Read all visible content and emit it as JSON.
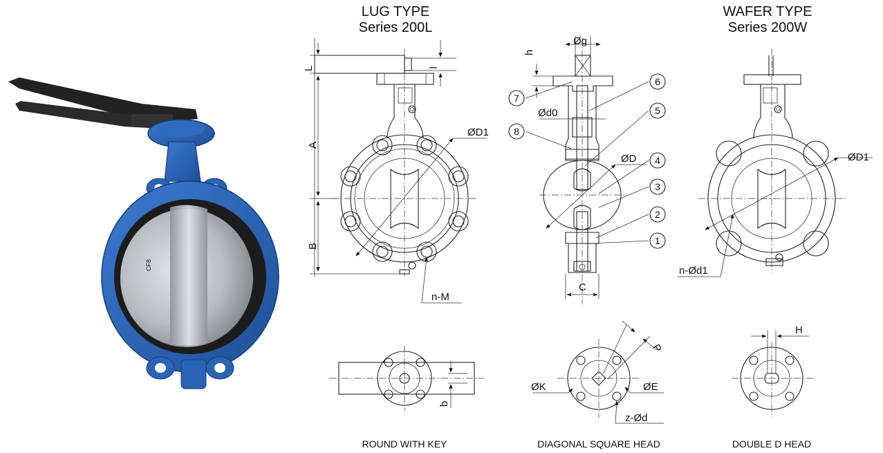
{
  "lug": {
    "title_line1": "LUG TYPE",
    "title_line2": "Series 200L",
    "dims": {
      "L": "L",
      "l": "l",
      "A": "A",
      "B": "B",
      "D1": "ØD1",
      "nM": "n-M"
    }
  },
  "wafer": {
    "title_line1": "WAFER TYPE",
    "title_line2": "Series 200W",
    "dims": {
      "D1": "ØD1",
      "nd1": "n-Ød1"
    }
  },
  "section": {
    "dims": {
      "g": "Øg",
      "h": "h",
      "d0": "Ød0",
      "D": "ØD",
      "C": "C"
    },
    "callouts": [
      "1",
      "2",
      "3",
      "4",
      "5",
      "6",
      "7",
      "8"
    ]
  },
  "heads": {
    "round_with_key": {
      "caption": "ROUND WITH KEY",
      "dim_b": "b"
    },
    "diagonal_square": {
      "caption": "DIAGONAL SQUARE HEAD",
      "dim_P": "P",
      "dim_K": "ØK",
      "dim_E": "ØE",
      "dim_zd": "z-Ød"
    },
    "double_d": {
      "caption": "DOUBLE D HEAD",
      "dim_H": "H"
    }
  },
  "colors": {
    "valve_body": "#2a64b4",
    "valve_body_dark": "#183f7a",
    "disc": "#b9bdc2",
    "liner": "#1c1c1c",
    "lever": "#222222",
    "section_fill": "#b9cde6"
  }
}
